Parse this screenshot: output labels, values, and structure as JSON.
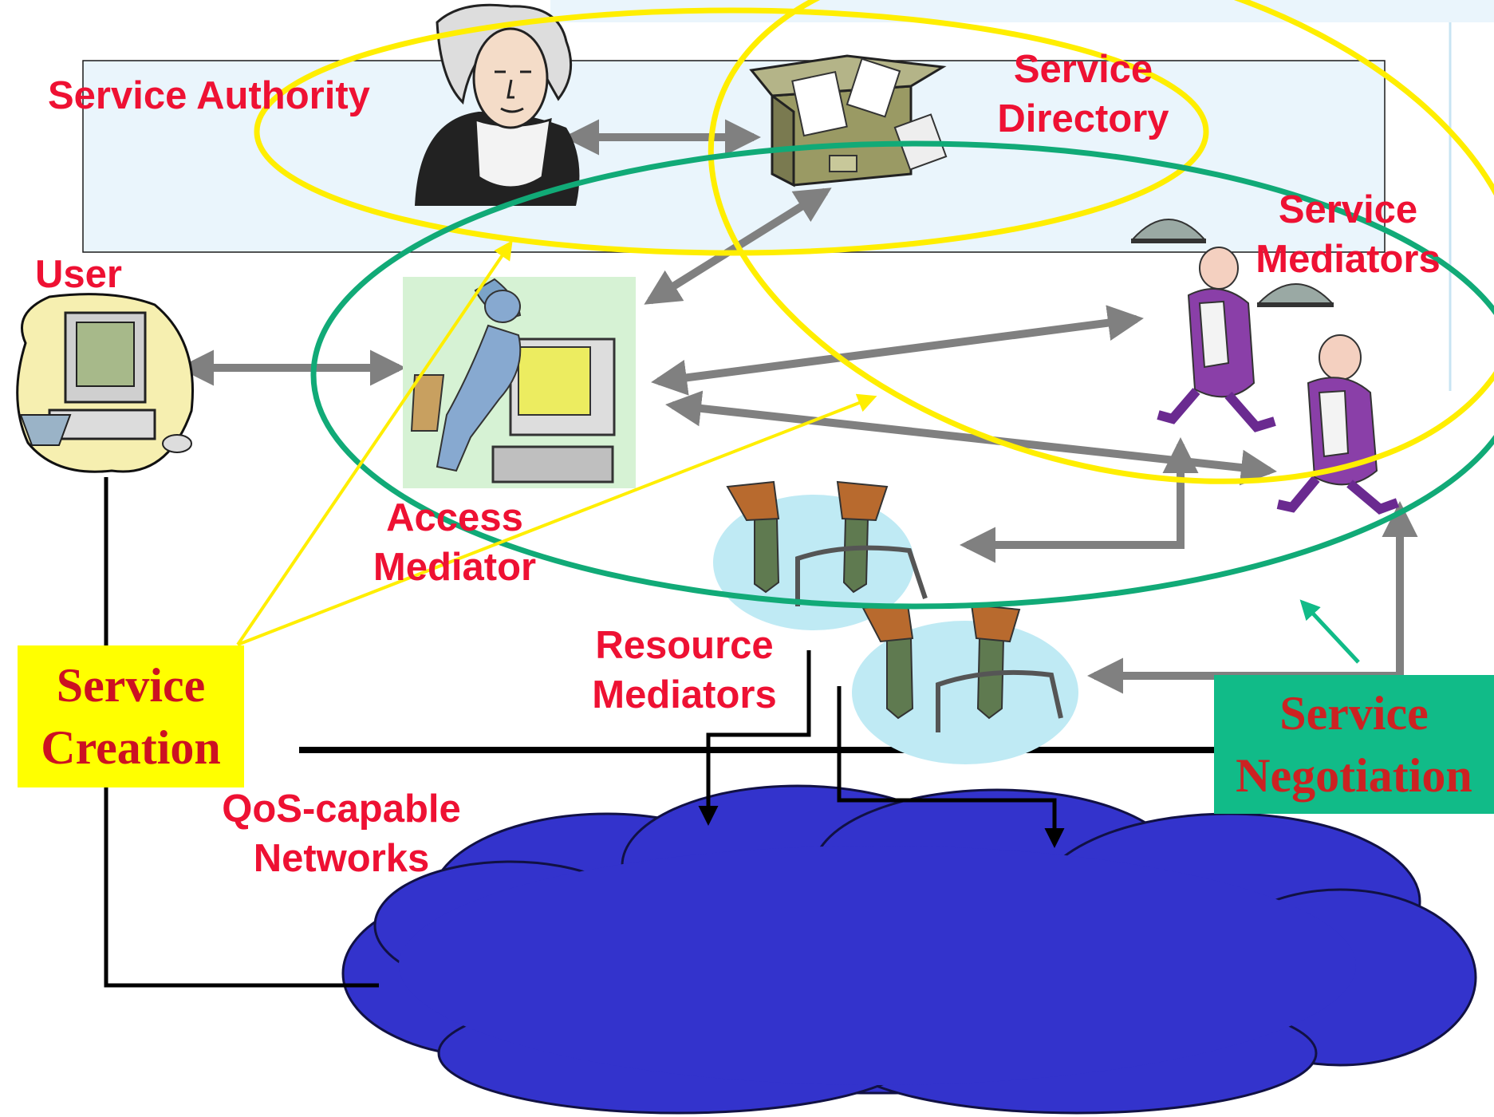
{
  "labels": {
    "service_authority": "Service Authority",
    "service_directory_line1": "Service",
    "service_directory_line2": "Directory",
    "service_mediators_line1": "Service",
    "service_mediators_line2": "Mediators",
    "user": "User",
    "access_mediator_line1": "Access",
    "access_mediator_line2": "Mediator",
    "resource_mediators_line1": "Resource",
    "resource_mediators_line2": "Mediators",
    "qos_networks_line1": "QoS-capable",
    "qos_networks_line2": "Networks"
  },
  "boxes": {
    "service_creation_line1": "Service",
    "service_creation_line2": "Creation",
    "service_negotiation_line1": "Service",
    "service_negotiation_line2": "Negotiation"
  },
  "colors": {
    "label_red": "#ee1133",
    "creation_box_fill": "#ffff00",
    "negotiation_box_fill": "#11bb88",
    "yellow_ellipse": "#ffee00",
    "green_ellipse": "#11aa77",
    "arrow_gray": "#808080",
    "cloud_blue": "#3333cc",
    "authority_panel": "#eaf5fc"
  },
  "icons": {
    "authority": "george-washington-icon",
    "directory": "file-box-icon",
    "user": "desktop-computer-icon",
    "access_mediator": "man-climbing-into-computer-icon",
    "service_mediators": "waiter-with-tray-icon",
    "resource_mediators": "workers-in-manhole-icon",
    "network": "cloud-icon"
  }
}
